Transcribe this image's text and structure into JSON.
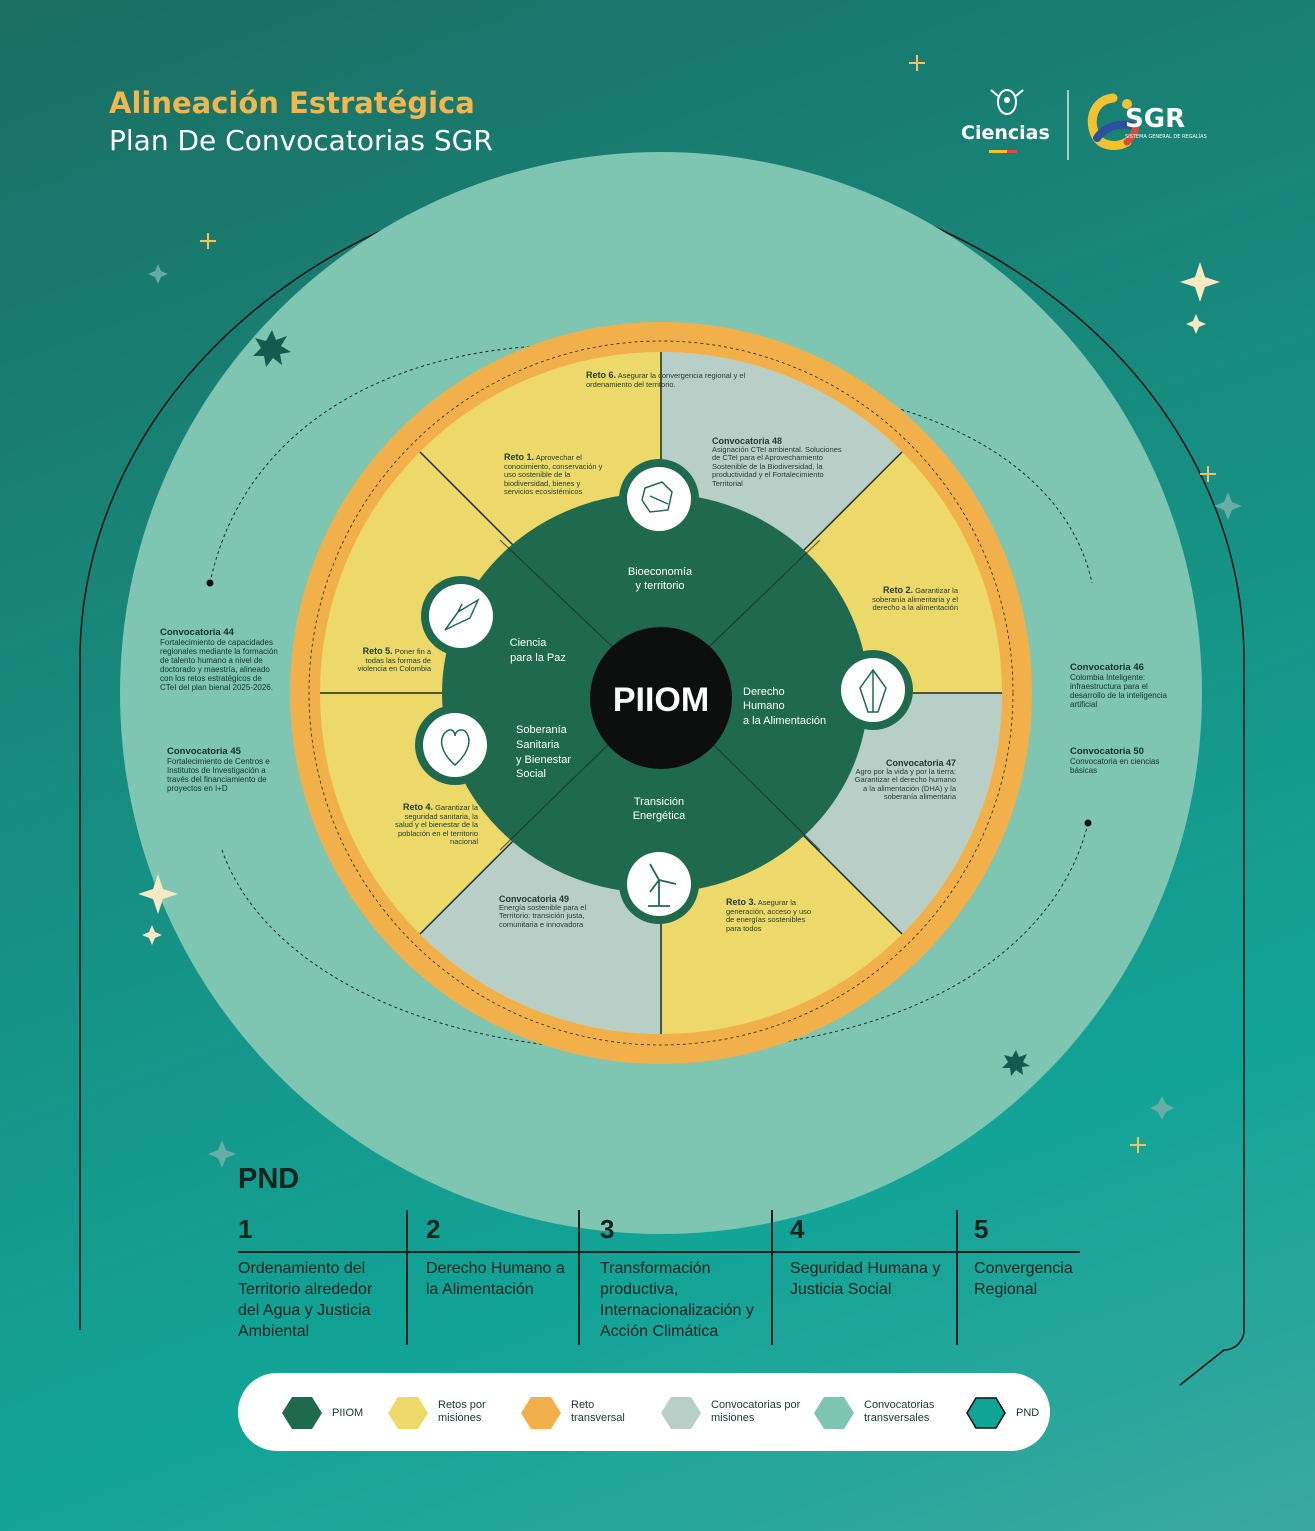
{
  "title": {
    "line1": "Alineación Estratégica",
    "line2": "Plan De Convocatorias SGR"
  },
  "logos": {
    "ciencias": "Ciencias",
    "sgr": "SGR",
    "sgr_sub": "SISTEMA GENERAL DE REGALÍAS"
  },
  "colors": {
    "piiom": "#1f6a4f",
    "retos": "#ecd969",
    "reto_transversal": "#f2b04b",
    "conv_misiones": "#b8cfc7",
    "conv_transversales": "#7ec5b2",
    "pnd": "#10a596"
  },
  "center": {
    "label": "PIIOM"
  },
  "missions": {
    "top": {
      "label": "Bioeconomía y territorio",
      "icon": "frog-icon"
    },
    "left": {
      "label": "Ciencia para la Paz",
      "icon": "dove-icon"
    },
    "right": {
      "label": "Derecho Humano a la Alimentación",
      "icon": "seed-icon"
    },
    "lower_left": {
      "label": "Soberanía Sanitaria y Bienestar Social",
      "icon": "heart-icon"
    },
    "bottom": {
      "label": "Transición Energética",
      "icon": "wind-turbine-icon"
    }
  },
  "inner": {
    "reto1": {
      "title": "Reto 1.",
      "text": "Aprovechar el conocimiento, conservación y uso sostenible de la biodiversidad, bienes y servicios ecosistémicos"
    },
    "conv48": {
      "title": "Convocatoria 48",
      "text": "Asignación CTeI ambiental. Soluciones de CTeI para el Aprovechamiento Sostenible de la Biodiversidad, la productividad y el Fortalecimiento Territorial"
    },
    "reto2": {
      "title": "Reto 2.",
      "text": "Garantizar la soberanía alimentaria y el derecho a la alimentación"
    },
    "conv47": {
      "title": "Convocatoria 47",
      "text": "Agro por la vida y por la tierra: Garantizar el derecho humano a la alimentación (DHA) y la soberanía alimentaria"
    },
    "reto3": {
      "title": "Reto 3.",
      "text": "Asegurar la generación, acceso y uso de energías sostenibles para todos"
    },
    "conv49": {
      "title": "Convocatoria 49",
      "text": "Energía sostenible para el Territorio: transición justa, comunitaria e innovadora"
    },
    "reto4": {
      "title": "Reto 4.",
      "text": "Garantizar la seguridad sanitaria, la salud y el bienestar de la población en el territorio nacional"
    },
    "reto5": {
      "title": "Reto 5.",
      "text": "Poner fin a todas las formas de violencia en Colombia"
    },
    "reto6": {
      "title": "Reto 6.",
      "text": "Asegurar la convergencia regional y el ordenamiento del territorio."
    }
  },
  "outer": {
    "conv44": {
      "title": "Convocatoria 44",
      "text": "Fortalecimiento de capacidades regionales mediante la formación de talento humano a nivel de doctorado y maestría, alineado con los retos estratégicos de CTeI del plan bienal 2025-2026."
    },
    "conv45": {
      "title": "Convocatoria 45",
      "text": "Fortalecimiento de Centros e Institutos de Investigación a través del financiamiento de proyectos en I+D"
    },
    "conv46": {
      "title": "Convocatoria 46",
      "text": "Colombia Inteligente: infraestructura para el desarrollo de la inteligencia artificial"
    },
    "conv50": {
      "title": "Convocatoria 50",
      "text": "Convocatoria en ciencias básicas"
    }
  },
  "pnd": {
    "title": "PND",
    "items": [
      {
        "num": "1",
        "text": "Ordenamiento del Territorio alrededor del Agua y Justicia Ambiental"
      },
      {
        "num": "2",
        "text": "Derecho Humano a la Alimentación"
      },
      {
        "num": "3",
        "text": "Transformación productiva, Internacionalización y Acción Climática"
      },
      {
        "num": "4",
        "text": "Seguridad Humana y Justicia Social"
      },
      {
        "num": "5",
        "text": "Convergencia Regional"
      }
    ]
  },
  "legend": [
    {
      "label": "PIIOM",
      "color": "#1f6a4f"
    },
    {
      "label": "Retos por misiones",
      "color": "#ecd969"
    },
    {
      "label": "Reto transversal",
      "color": "#f2b04b"
    },
    {
      "label": "Convocatorias por misiones",
      "color": "#b8cfc7"
    },
    {
      "label": "Convocatorias transversales",
      "color": "#7ec5b2"
    },
    {
      "label": "PND",
      "color": "#10a596"
    }
  ]
}
